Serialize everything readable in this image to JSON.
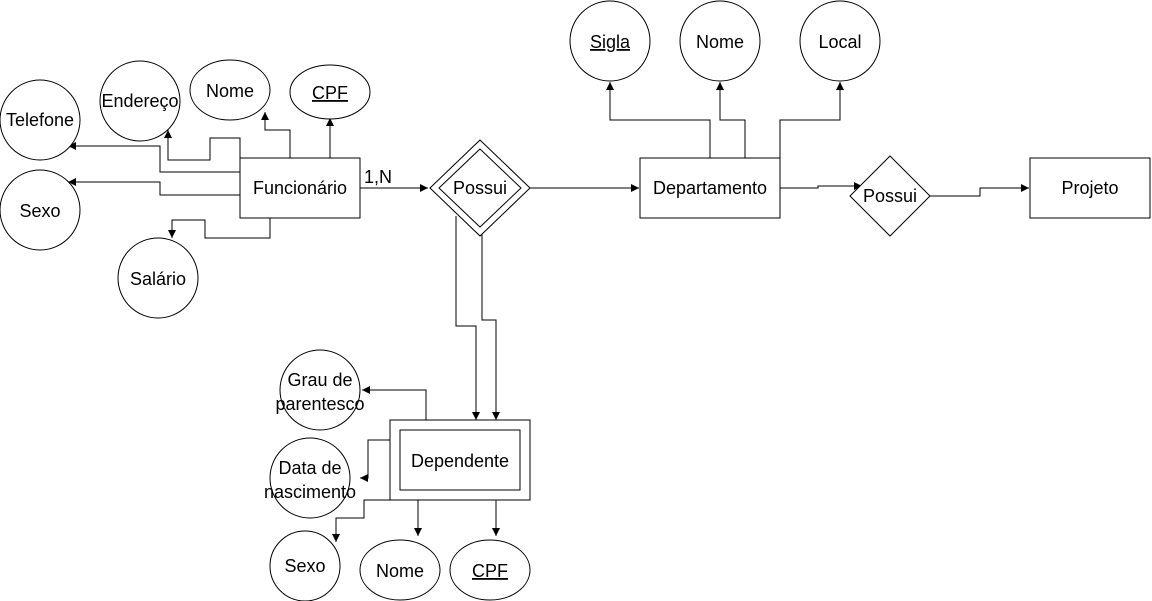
{
  "entities": {
    "funcionario": "Funcionário",
    "departamento": "Departamento",
    "projeto": "Projeto",
    "dependente": "Dependente"
  },
  "relationships": {
    "possui_func_dept": "Possui",
    "possui_dept_proj": "Possui"
  },
  "cardinality": {
    "func_possui": "1,N"
  },
  "attributes": {
    "funcionario": {
      "telefone": "Telefone",
      "endereco": "Endereço",
      "nome": "Nome",
      "cpf": "CPF",
      "sexo": "Sexo",
      "salario": "Salário"
    },
    "departamento": {
      "sigla": "Sigla",
      "nome": "Nome",
      "local": "Local"
    },
    "dependente": {
      "grau_line1": "Grau de",
      "grau_line2": "parentesco",
      "data_line1": "Data de",
      "data_line2": "nascimento",
      "sexo": "Sexo",
      "nome": "Nome",
      "cpf": "CPF"
    }
  }
}
